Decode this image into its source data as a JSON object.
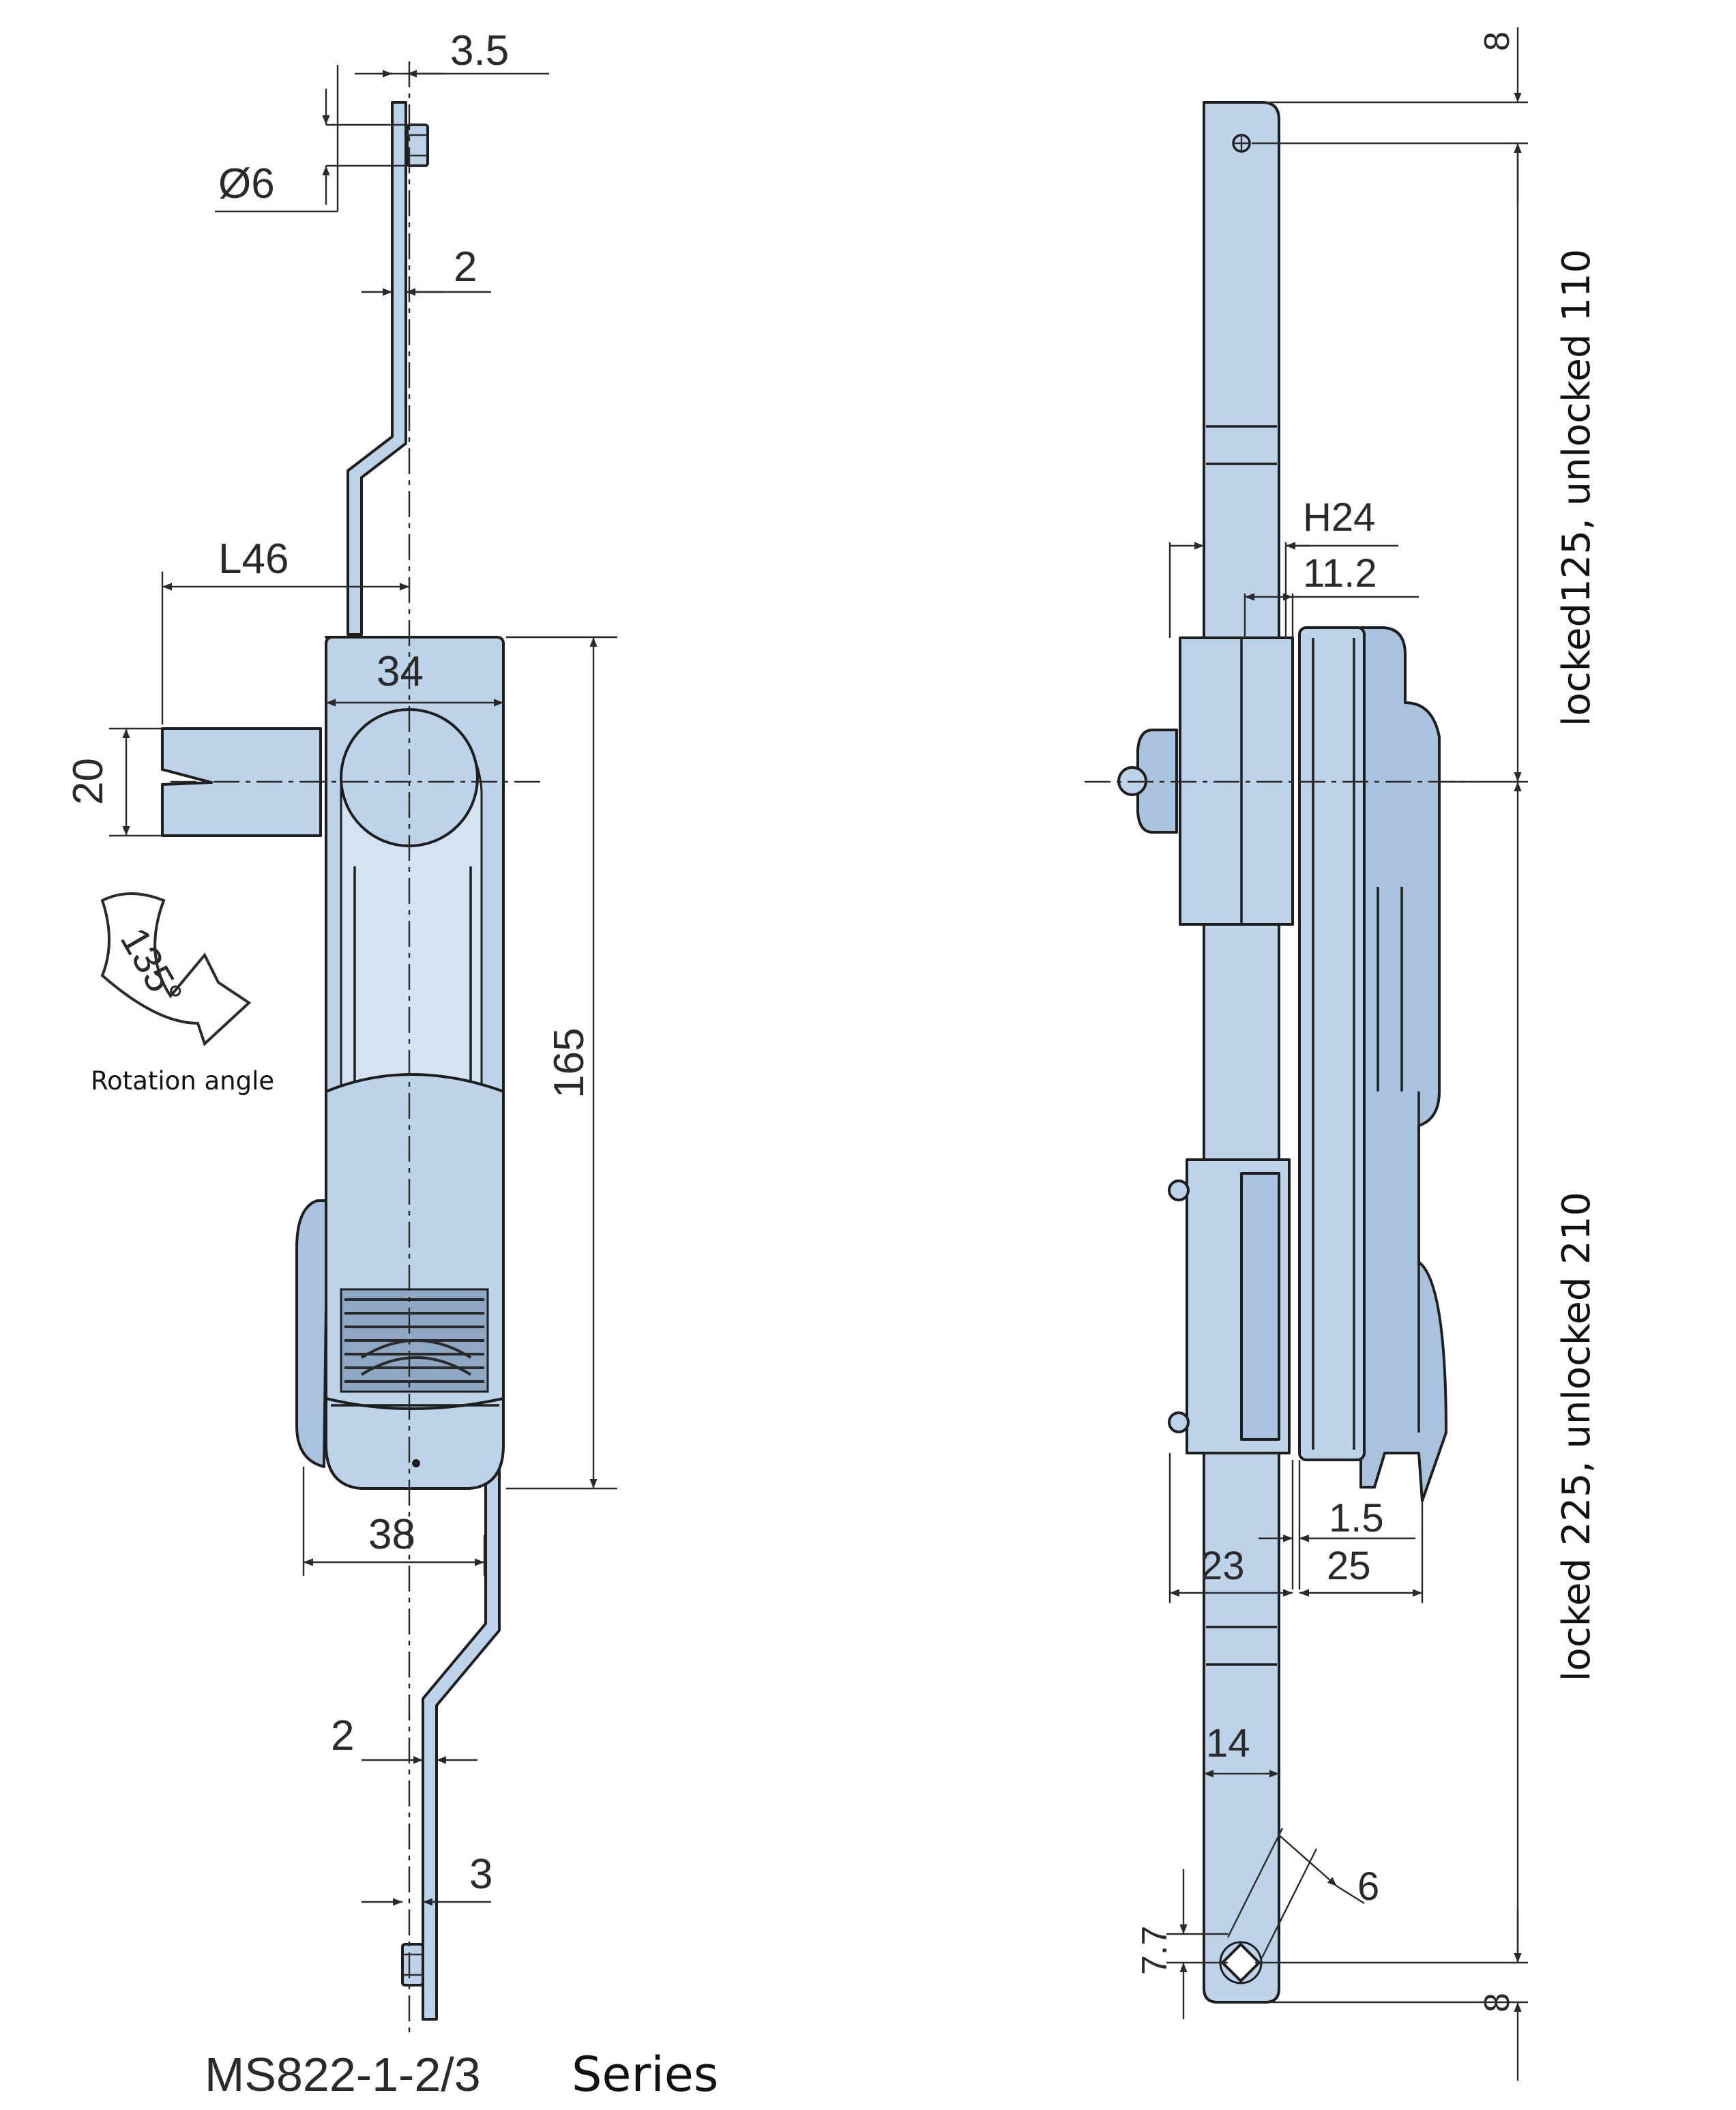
{
  "colors": {
    "part_fill": "#bdd3ea",
    "part_shade": "#a9c2dd",
    "line": "#1e1e1e"
  },
  "front_view": {
    "dim_rod_thickness_top": "3.5",
    "dim_hole_diameter": "Ø6",
    "dim_rod_width_top": "2",
    "dim_lever_length": "L46",
    "dim_body_width_top": "34",
    "dim_key_width": "20",
    "dim_body_height": "165",
    "dim_body_width_bottom": "38",
    "dim_rod_width_bottom": "2",
    "dim_rod_thickness_bottom": "3",
    "rotation_value": "135°",
    "rotation_label": "Rotation angle",
    "rotation_icon": "curved-rotation-arrow-icon"
  },
  "side_view": {
    "dim_top_offset": "8",
    "dim_upper_rod": "locked125, unlocked 110",
    "dim_handle_height": "H24",
    "dim_plate_thickness": "11.2",
    "dim_lower_rod": "locked 225, unlocked 210",
    "dim_gap": "1.5",
    "dim_mount_depth": "23",
    "dim_cam_depth": "25",
    "dim_rod_width": "14",
    "dim_square_hole": "6",
    "dim_hole_offset": "7.7",
    "dim_bottom_offset": "8"
  },
  "caption": {
    "model": "MS822-1-2/3",
    "series": "Series"
  }
}
